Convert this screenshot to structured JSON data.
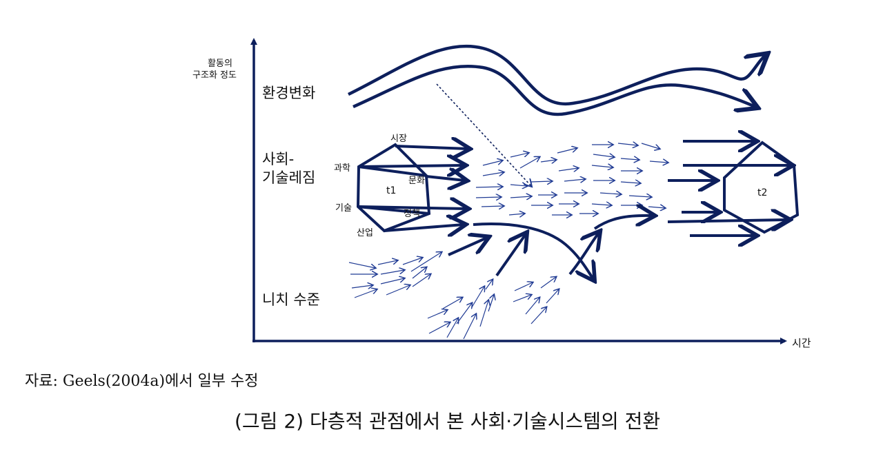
{
  "colors": {
    "main": "#0d1f5c",
    "thin": "#1f3a93",
    "text": "#111111"
  },
  "axes": {
    "y_label_line1": "활동의",
    "y_label_line2": "구조화 정도",
    "x_label": "시간"
  },
  "levels": {
    "landscape": "환경변화",
    "regime_line1": "사회-",
    "regime_line2": "기술레짐",
    "niche": "니치 수준"
  },
  "regime_t1": {
    "time_label": "t1",
    "nodes": {
      "market": "시장",
      "science": "과학",
      "culture": "문화",
      "technology": "기술",
      "policy": "정책",
      "industry": "산업"
    }
  },
  "regime_t2": {
    "time_label": "t2"
  },
  "source": "자료:  Geels(2004a)에서  일부  수정",
  "caption": "(그림  2)  다층적  관점에서  본  사회·기술시스템의  전환"
}
